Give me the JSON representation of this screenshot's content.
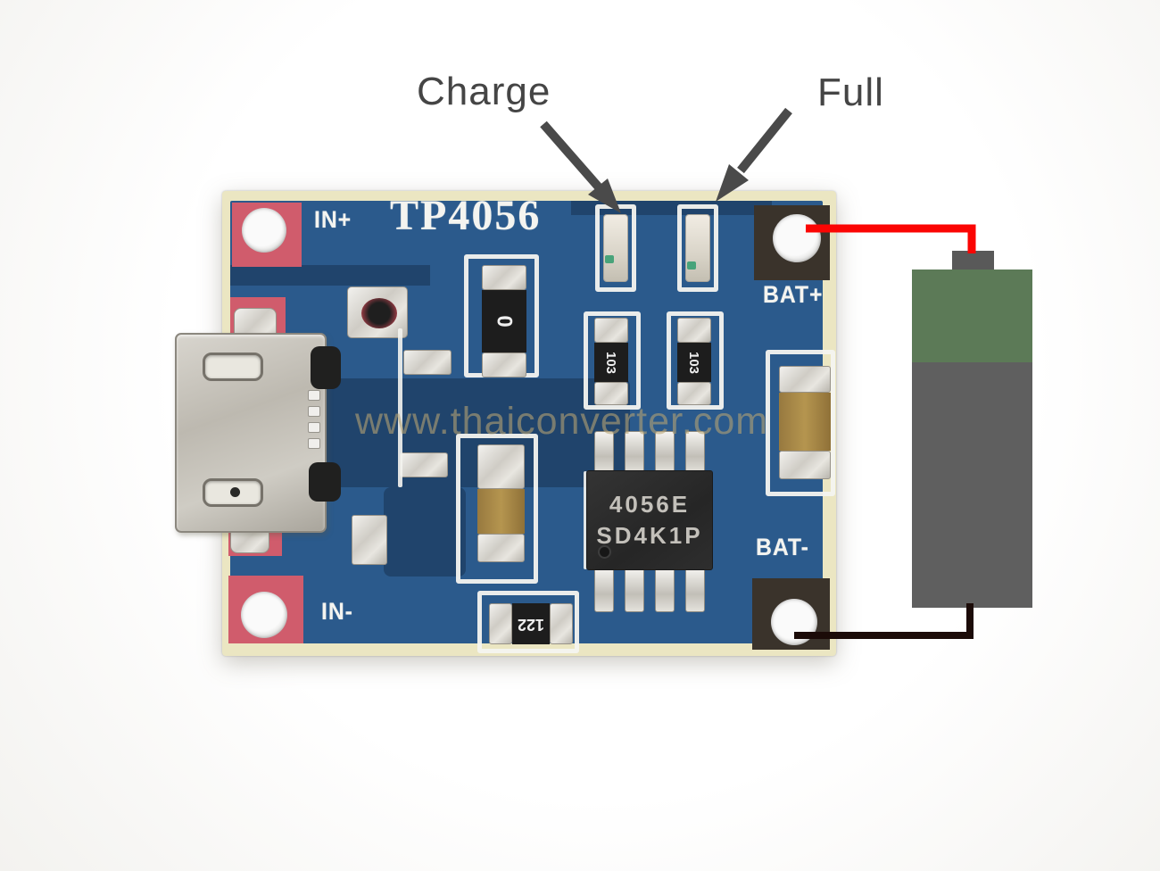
{
  "annotations": {
    "charge": {
      "label": "Charge"
    },
    "full": {
      "label": "Full"
    }
  },
  "watermark": {
    "text": "www.thaiconverter.com"
  },
  "board": {
    "silkscreen_title": "TP4056",
    "pads": {
      "in_plus": "IN+",
      "in_minus": "IN-",
      "bat_plus": "BAT+",
      "bat_minus": "BAT-"
    },
    "ic": {
      "marking_line1": "4056E",
      "marking_line2": "SD4K1P"
    },
    "resistors": {
      "zero_ohm": "0",
      "led_resistor_1": "103",
      "led_resistor_2": "103",
      "prog_resistor": "122"
    }
  },
  "colors": {
    "board_blue": "#2b5a8c",
    "board_navy": "#1e4166",
    "board_cream": "#ebe6c2",
    "silkscreen": "#f4f4f0",
    "pad_red": "#d05c6c",
    "pad_dark": "#3a332b",
    "ic_black": "#2b2b2b",
    "cap_tan": "#a8884f",
    "wire_red": "#fb0503",
    "wire_black": "#1b0b08",
    "battery_green": "#5c7a57",
    "battery_gray": "#5f5f5f",
    "battery_terminal": "#595959",
    "arrow_gray": "#4a4a4a",
    "annotation_text": "#454545",
    "watermark": "#b9a573"
  }
}
